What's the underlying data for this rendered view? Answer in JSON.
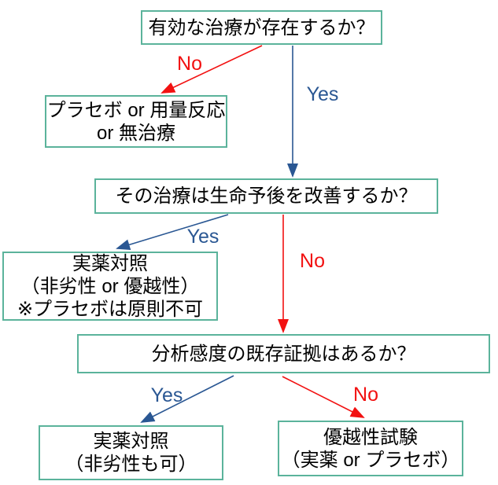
{
  "flowchart": {
    "nodes": [
      {
        "id": "q1",
        "role": "question",
        "lines": [
          "有効な治療が存在するか？"
        ]
      },
      {
        "id": "placebo-arm",
        "role": "outcome",
        "lines": [
          "プラセボ or 用量反応",
          "or 無治療"
        ]
      },
      {
        "id": "q2",
        "role": "question",
        "lines": [
          "その治療は生命予後を改善するか？"
        ]
      },
      {
        "id": "active-control-strict",
        "role": "outcome",
        "lines": [
          "実薬対照",
          "（非劣性 or 優越性）",
          "※プラセボは原則不可"
        ]
      },
      {
        "id": "q3",
        "role": "question",
        "lines": [
          "分析感度の既存証拠はあるか？"
        ]
      },
      {
        "id": "active-control-noninferiority",
        "role": "outcome",
        "lines": [
          "実薬対照",
          "（非劣性も可）"
        ]
      },
      {
        "id": "superiority-trial",
        "role": "outcome",
        "lines": [
          "優越性試験",
          "（実薬 or プラセボ）"
        ]
      }
    ],
    "edges": [
      {
        "from": "q1",
        "to": "placebo-arm",
        "answer": "no",
        "label": "No"
      },
      {
        "from": "q1",
        "to": "q2",
        "answer": "yes",
        "label": "Yes"
      },
      {
        "from": "q2",
        "to": "active-control-strict",
        "answer": "yes",
        "label": "Yes"
      },
      {
        "from": "q2",
        "to": "q3",
        "answer": "no",
        "label": "No"
      },
      {
        "from": "q3",
        "to": "active-control-noninferiority",
        "answer": "yes",
        "label": "Yes"
      },
      {
        "from": "q3",
        "to": "superiority-trial",
        "answer": "no",
        "label": "No"
      }
    ],
    "colors": {
      "box_border": "#5bb39b",
      "yes_blue": "#2a5793",
      "no_red": "#f21111",
      "text": "#000000",
      "background": "#ffffff"
    }
  }
}
